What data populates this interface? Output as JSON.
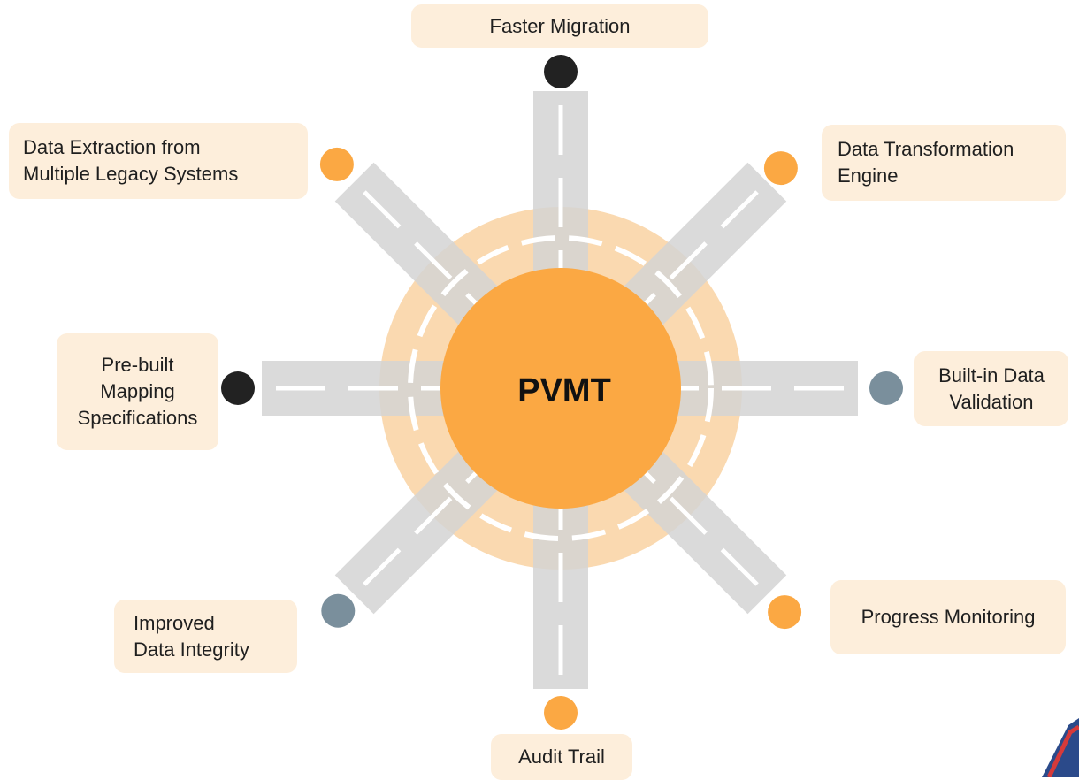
{
  "center": {
    "label": "PVMT",
    "color": "#FBA843",
    "ring_color": "#FAD9B0"
  },
  "road_color": "#D3D3D3",
  "lane_color": "#FFFFFF",
  "colors": {
    "orange": "#FBA843",
    "dark": "#222222",
    "slate": "#7A8F9C",
    "label_bg": "#FDEEDB"
  },
  "nodes": [
    {
      "name": "faster-migration",
      "dot": "dark",
      "lines": [
        "Faster Migration"
      ]
    },
    {
      "name": "data-transformation-engine",
      "dot": "orange",
      "lines": [
        "Data Transformation",
        "Engine"
      ]
    },
    {
      "name": "built-in-data-validation",
      "dot": "slate",
      "lines": [
        "Built-in Data",
        "Validation"
      ]
    },
    {
      "name": "progress-monitoring",
      "dot": "orange",
      "lines": [
        "Progress Monitoring"
      ]
    },
    {
      "name": "audit-trail",
      "dot": "orange",
      "lines": [
        "Audit Trail"
      ]
    },
    {
      "name": "improved-data-integrity",
      "dot": "slate",
      "lines": [
        "Improved",
        "Data Integrity"
      ]
    },
    {
      "name": "pre-built-mapping-specifications",
      "dot": "dark",
      "lines": [
        "Pre-built",
        "Mapping",
        "Specifications"
      ]
    },
    {
      "name": "data-extraction",
      "dot": "orange",
      "lines": [
        "Data Extraction from",
        "Multiple Legacy Systems"
      ]
    }
  ]
}
